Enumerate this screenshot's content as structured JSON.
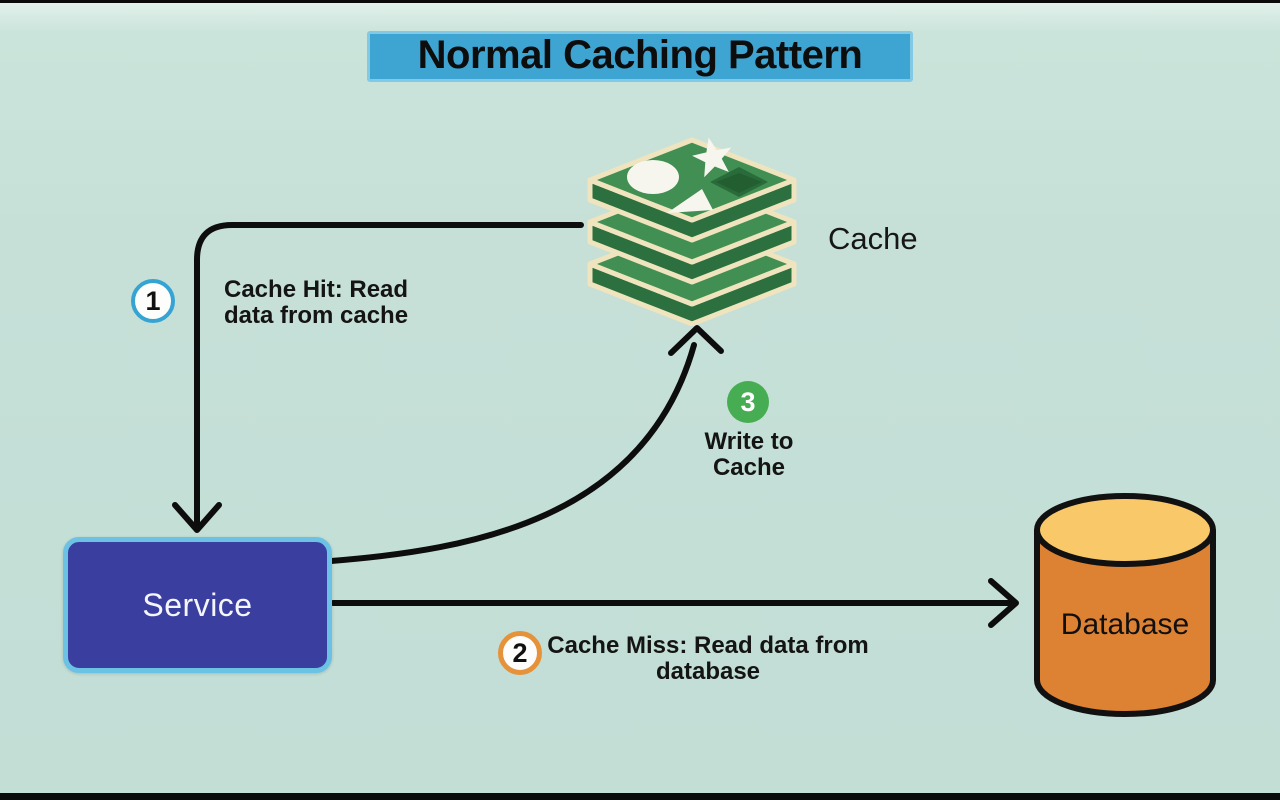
{
  "title": "Normal Caching Pattern",
  "nodes": {
    "cache": {
      "label": "Cache",
      "icon": "redis-stack-icon"
    },
    "service": {
      "label": "Service"
    },
    "database": {
      "label": "Database",
      "icon": "database-cylinder-icon"
    }
  },
  "steps": [
    {
      "number": "1",
      "text": "Cache Hit: Read\ndata from cache",
      "badge_style": "white-circle-blue-ring",
      "arrow": "cache-to-service"
    },
    {
      "number": "2",
      "text": "Cache Miss: Read data from\ndatabase",
      "badge_style": "white-circle-orange-ring",
      "arrow": "service-to-database"
    },
    {
      "number": "3",
      "text": "Write to\nCache",
      "badge_style": "green-circle",
      "arrow": "service-to-cache"
    }
  ],
  "colors": {
    "background": "#c6e0d8",
    "title_highlight": "#3ea4d1",
    "title_border": "#82c9e5",
    "service_fill": "#3a3f9f",
    "service_border": "#6cc2e4",
    "database_body": "#dd8132",
    "database_top": "#f9c969",
    "cache_top_face": "#418f52",
    "cache_side_face": "#2d7040",
    "cache_outline": "#efe4bd",
    "badge1_ring": "#35a4d3",
    "badge2_ring": "#e5923a",
    "badge3_fill": "#47ad53",
    "arrow": "#0d0d0d",
    "text": "#141414"
  }
}
